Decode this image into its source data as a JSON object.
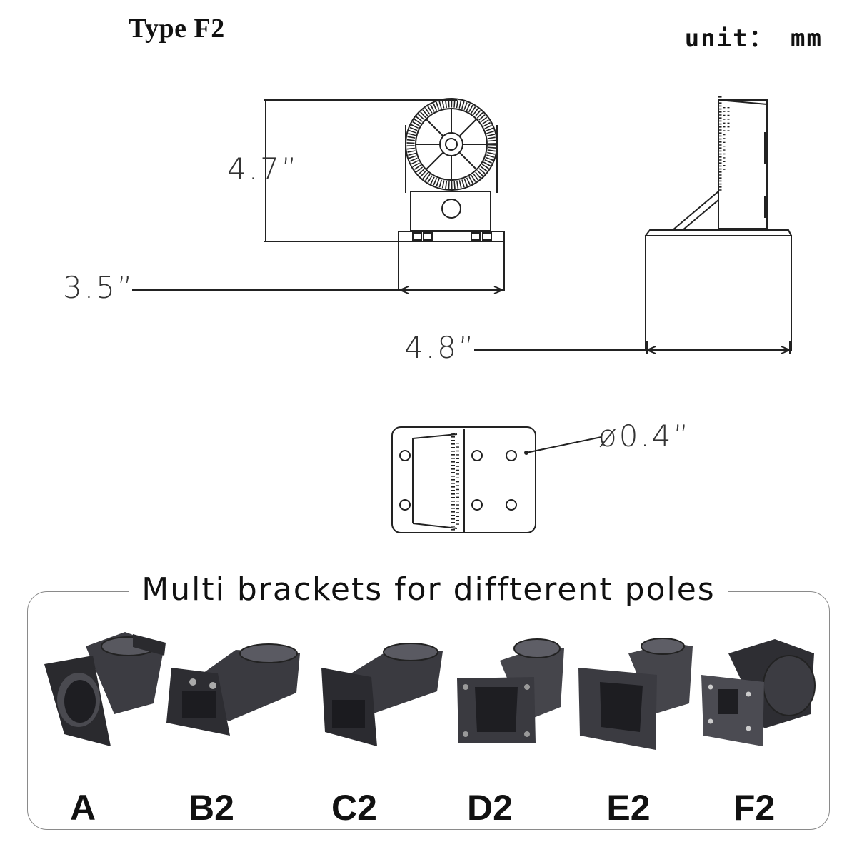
{
  "header": {
    "title": "Type F2",
    "unit": "unit： mm"
  },
  "dimensions": {
    "height": "4.7”",
    "depth": "3.5”",
    "width": "4.8”",
    "hole_diameter": "ø0.4”"
  },
  "brackets": {
    "title": "Multi brackets for diffterent poles",
    "items": [
      {
        "label": "A"
      },
      {
        "label": "B2"
      },
      {
        "label": "C2"
      },
      {
        "label": "D2"
      },
      {
        "label": "E2"
      },
      {
        "label": "F2"
      }
    ]
  },
  "colors": {
    "line": "#222222",
    "bracket_dark": "#2a2a2e",
    "bracket_mid": "#4a4a50",
    "bracket_light": "#6e6e76",
    "panel_border": "#8a8a8a"
  }
}
